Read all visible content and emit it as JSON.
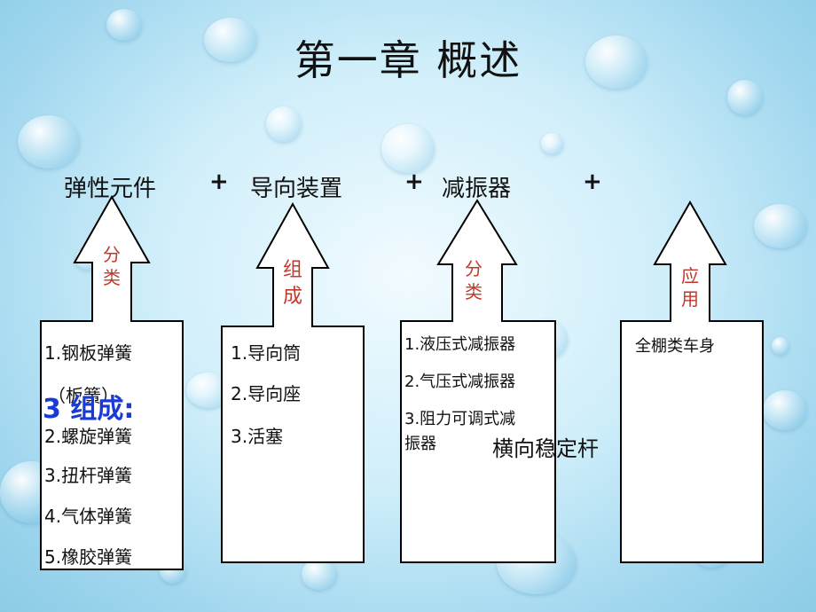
{
  "title": "第一章 概述",
  "top_row": {
    "items": [
      "弹性元件",
      "导向装置",
      "减振器"
    ],
    "plus": "+"
  },
  "arrows": [
    {
      "label_chars": [
        "分",
        "类"
      ],
      "items": [
        "1.钢板弹簧",
        "（板簧）",
        "2.螺旋弹簧",
        "3.扭杆弹簧",
        "4.气体弹簧",
        "5.橡胶弹簧"
      ]
    },
    {
      "label_chars": [
        "组",
        "成"
      ],
      "items": [
        "1.导向筒",
        "2.导向座",
        "3.活塞"
      ]
    },
    {
      "label_chars": [
        "分",
        "类"
      ],
      "items": [
        "1.液压式减振器",
        "2.气压式减振器",
        "3.阻力可调式减",
        "振器"
      ]
    },
    {
      "label_chars": [
        "应",
        "用"
      ],
      "items": [
        "全棚类车身"
      ]
    }
  ],
  "overlay": {
    "big_label": "3 组成:",
    "right_label": "横向稳定杆"
  },
  "colors": {
    "label": "#c0392b",
    "overlay": "#1a3ad6"
  }
}
